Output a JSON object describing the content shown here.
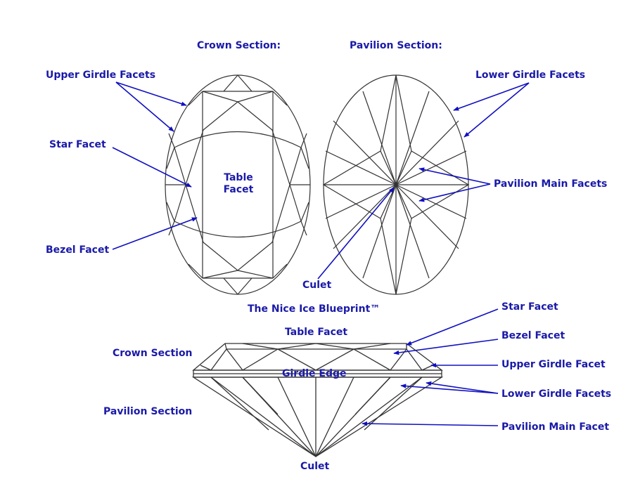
{
  "colors": {
    "label": "#1a1aa8",
    "line": "#333333",
    "arrow": "#1010c0"
  },
  "headings": {
    "crown_section": "Crown Section:",
    "pavilion_section": "Pavilion Section:",
    "blueprint": "The Nice Ice Blueprint™"
  },
  "crown_labels": {
    "upper_girdle": "Upper Girdle Facets",
    "star": "Star Facet",
    "table_line1": "Table",
    "table_line2": "Facet",
    "bezel": "Bezel Facet"
  },
  "pavilion_labels": {
    "lower_girdle": "Lower Girdle Facets",
    "pavilion_main": "Pavilion Main Facets",
    "culet": "Culet"
  },
  "side_labels": {
    "table": "Table Facet",
    "crown_section": "Crown Section",
    "girdle_edge": "Girdle Edge",
    "pavilion_section": "Pavilion Section",
    "culet": "Culet",
    "star": "Star Facet",
    "bezel": "Bezel Facet",
    "upper_girdle": "Upper Girdle Facet",
    "lower_girdle": "Lower Girdle Facets",
    "pavilion_main": "Pavilion Main Facet"
  }
}
